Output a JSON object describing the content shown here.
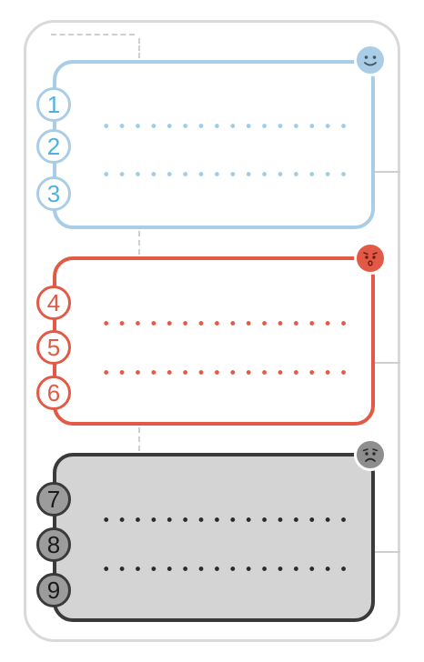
{
  "colors": {
    "good": "#a9cde6",
    "ok": "#e25a45",
    "bad": "#3a3a3a",
    "card_border": "#d9d9d9",
    "bad_fill": "#d4d4d4"
  },
  "sections": [
    {
      "mood": "smiley-face-icon",
      "rows": [
        "1",
        "2",
        "3"
      ]
    },
    {
      "mood": "worried-face-icon",
      "rows": [
        "4",
        "5",
        "6"
      ]
    },
    {
      "mood": "sad-face-icon",
      "rows": [
        "7",
        "8",
        "9"
      ]
    }
  ]
}
